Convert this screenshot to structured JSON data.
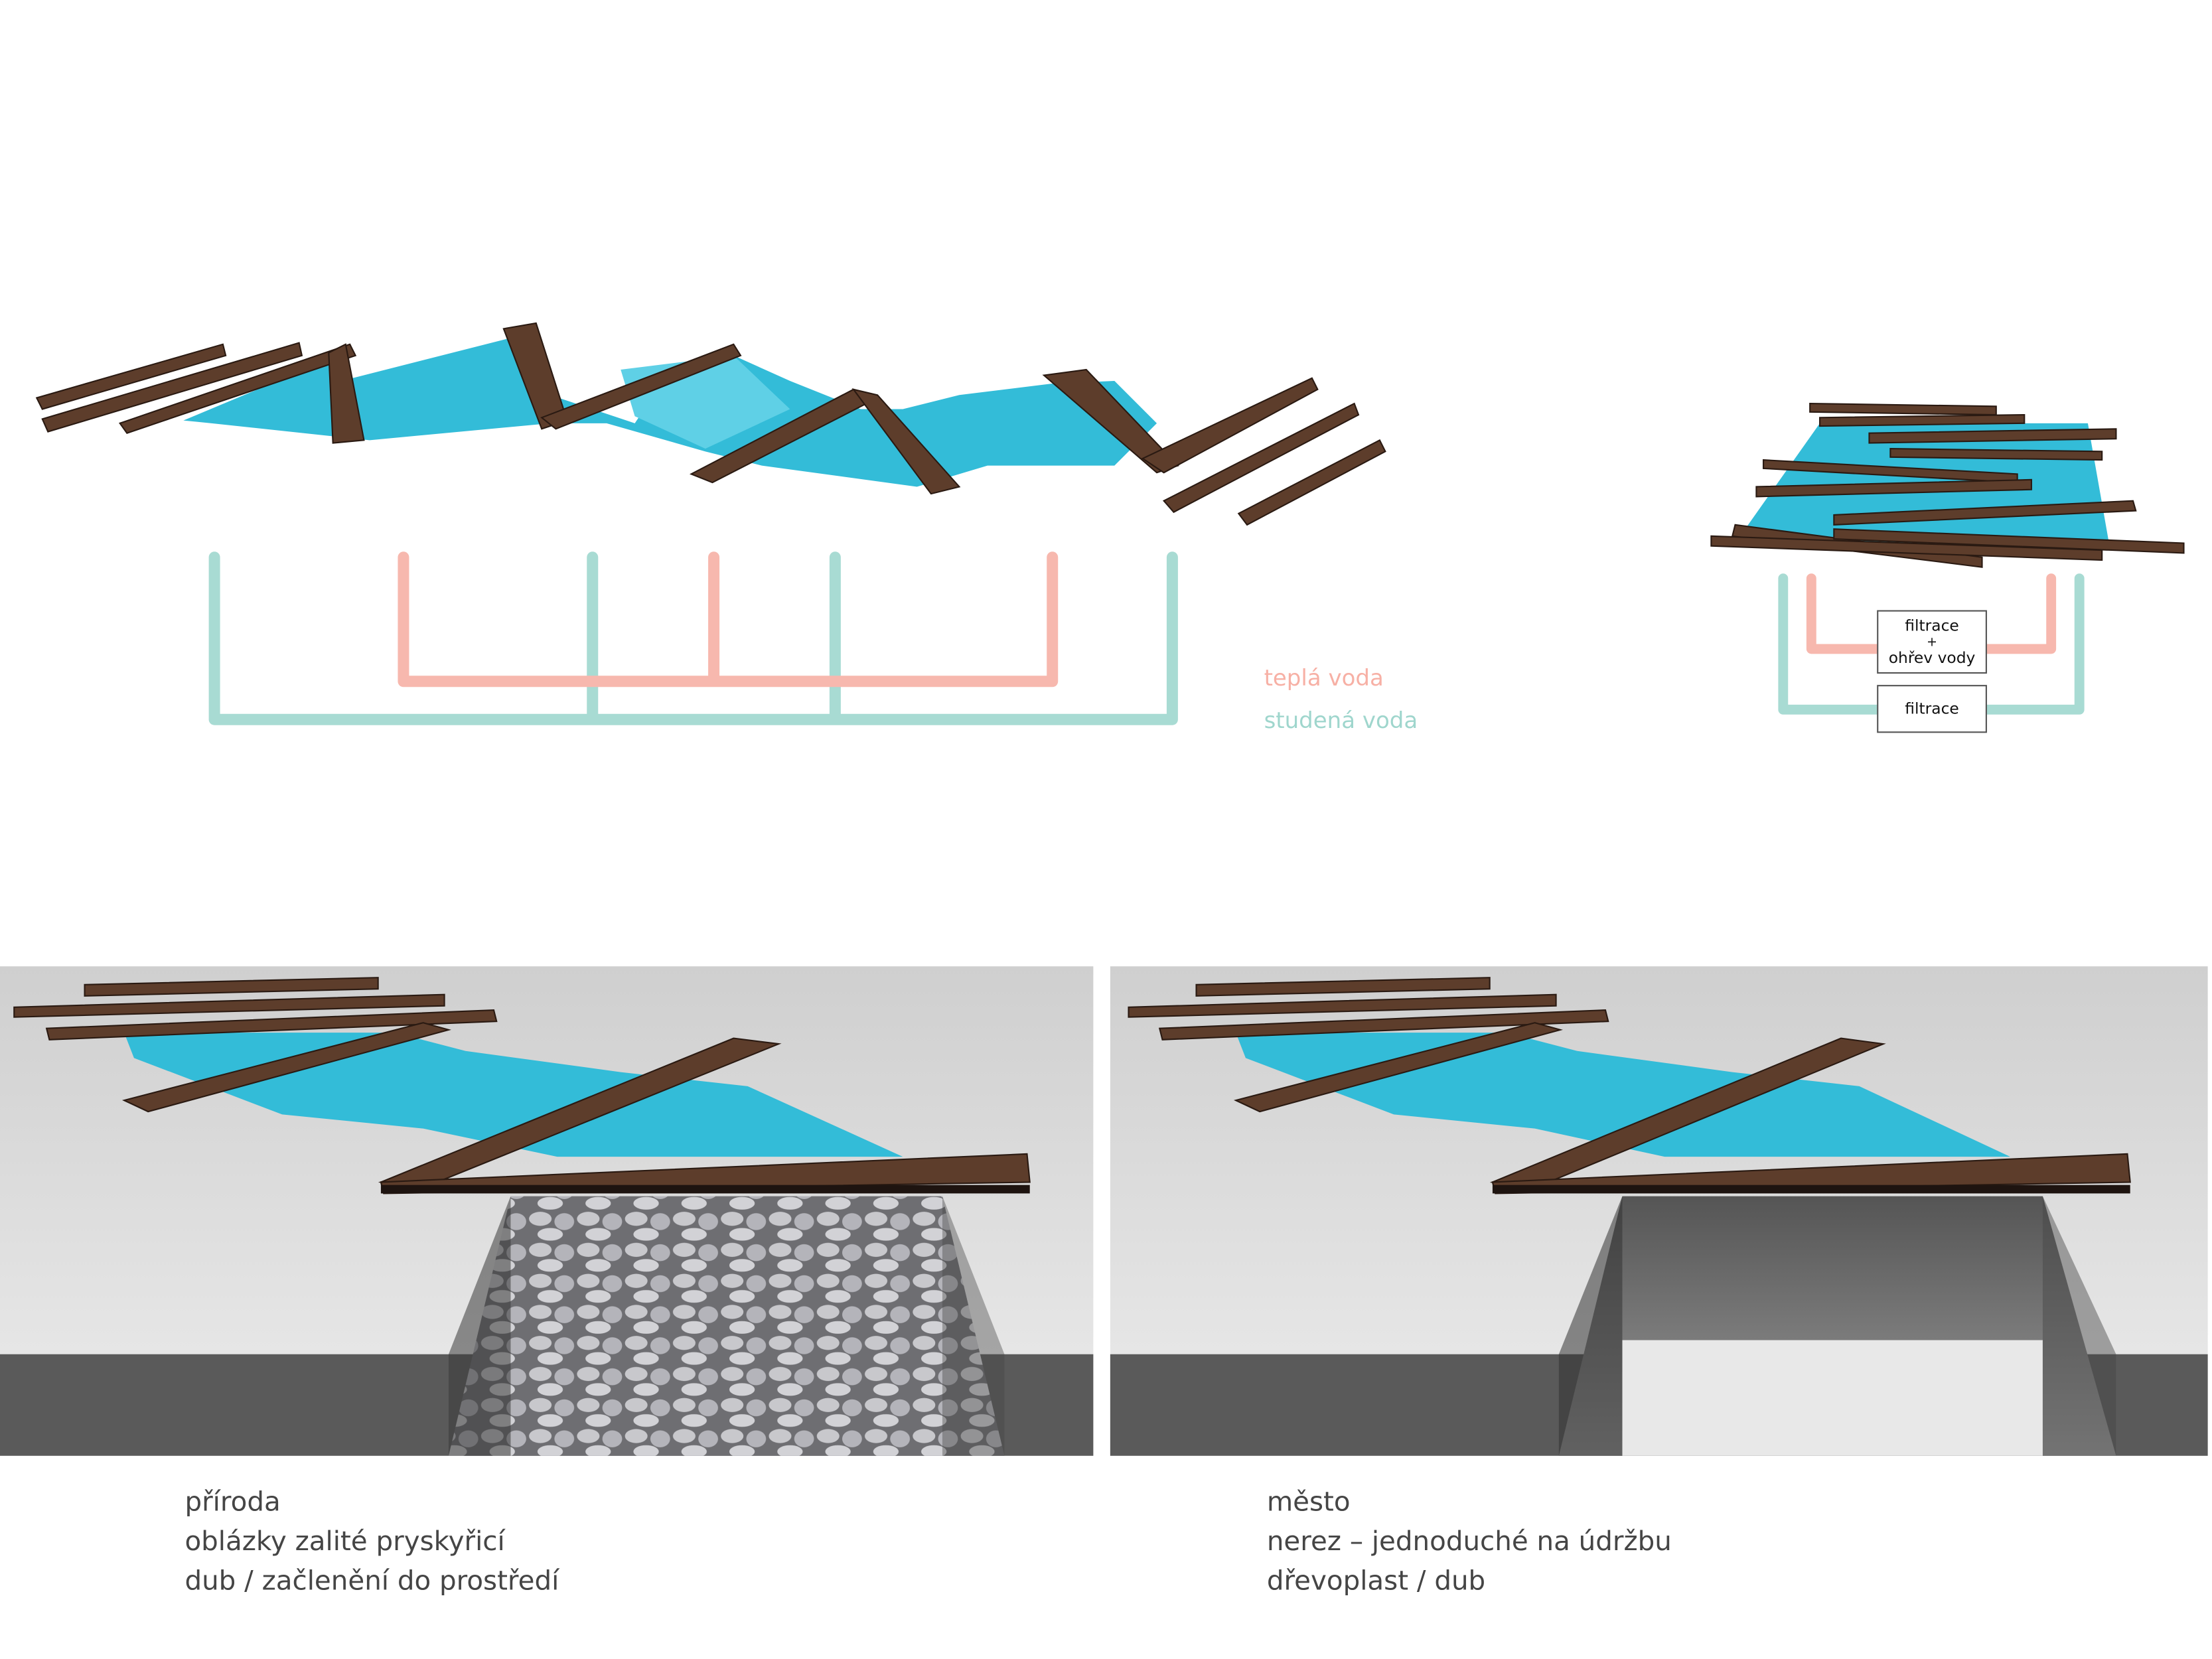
{
  "legend": {
    "warm_water": "teplá voda",
    "cold_water": "studená voda"
  },
  "system_boxes": {
    "filter_heating": {
      "line1": "filtrace",
      "plus": "+",
      "line2": "ohřev vody"
    },
    "filter": "filtrace"
  },
  "captions": {
    "nature": [
      "příroda",
      "oblázky zalité pryskyřicí",
      "dub / začlenění do prostředí"
    ],
    "city": [
      "město",
      "nerez – jednoduché na údržbu",
      "dřevoplast / dub"
    ]
  },
  "colors": {
    "warm_pipe": "#f7b8ae",
    "cold_pipe": "#a8dbd3",
    "water": "#33bcd8",
    "wood": "#5d3d2b"
  }
}
